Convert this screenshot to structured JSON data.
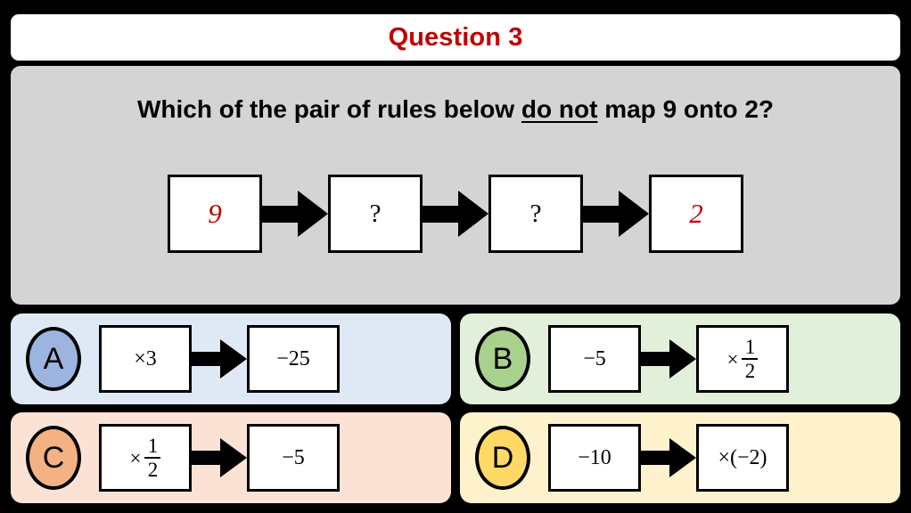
{
  "title": {
    "text": "Question 3",
    "color": "#C00000"
  },
  "question": {
    "prefix": "Which of the pair of rules below ",
    "emphasis": "do not",
    "suffix": " map 9 onto 2?",
    "panel_color": "#D4D4D4"
  },
  "machine_chain": {
    "input": "9",
    "step1": "?",
    "step2": "?",
    "output": "2",
    "value_color": "#C00000"
  },
  "options": [
    {
      "letter": "A",
      "panel_color": "#DEE9F5",
      "badge_color": "#9CB4E0",
      "rule1": {
        "text": "×3",
        "type": "plain"
      },
      "rule2": {
        "text": "−25",
        "type": "plain"
      }
    },
    {
      "letter": "B",
      "panel_color": "#E2EFDA",
      "badge_color": "#A9D18E",
      "rule1": {
        "text": "−5",
        "type": "plain"
      },
      "rule2": {
        "type": "fraction",
        "op": "×",
        "numerator": "1",
        "denominator": "2"
      }
    },
    {
      "letter": "C",
      "panel_color": "#FBE2D5",
      "badge_color": "#F4B183",
      "rule1": {
        "type": "fraction",
        "op": "×",
        "numerator": "1",
        "denominator": "2"
      },
      "rule2": {
        "text": "−5",
        "type": "plain"
      }
    },
    {
      "letter": "D",
      "panel_color": "#FDF2CC",
      "badge_color": "#FFD966",
      "rule1": {
        "text": "−10",
        "type": "plain"
      },
      "rule2": {
        "text": "×(−2)",
        "type": "plain"
      }
    }
  ],
  "icons": {
    "arrow": "right-block-arrow"
  }
}
